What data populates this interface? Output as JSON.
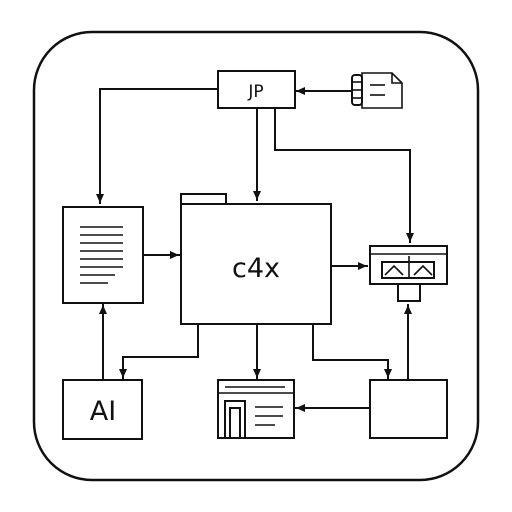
{
  "diagram": {
    "jp_label": "JP",
    "center_label": "c4x",
    "ai_label": "AI"
  },
  "colors": {
    "ink": "#111111",
    "background": "#ffffff"
  },
  "icons": {
    "top_right": "scroll-document-icon",
    "left": "text-document-icon",
    "right": "valve-component-icon",
    "bottom_middle": "web-layout-icon"
  }
}
